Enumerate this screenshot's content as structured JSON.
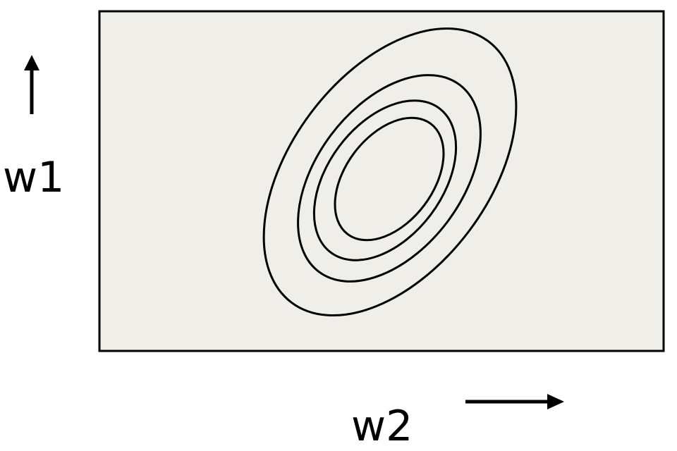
{
  "diagram": {
    "x_axis_label": "w2",
    "y_axis_label": "w1",
    "panel_fill": "#efeee9",
    "line_color": "#000000",
    "contour_count": 4,
    "contour_shape": "tilted ellipses",
    "x_axis_arrow_direction": "right",
    "y_axis_arrow_direction": "up"
  }
}
